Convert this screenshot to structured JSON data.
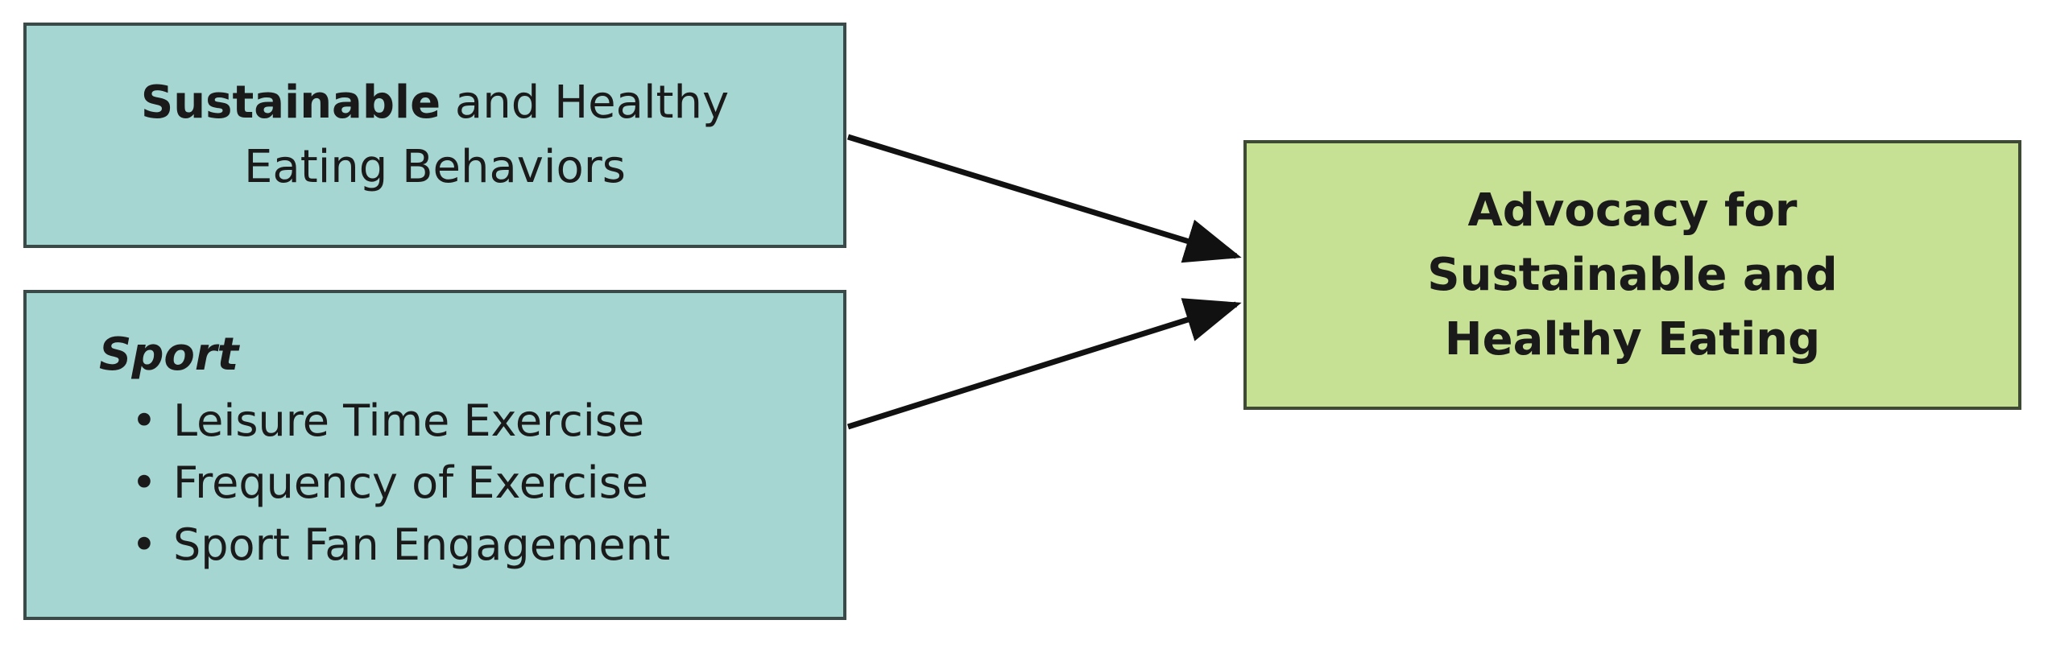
{
  "nodes": {
    "sustainable_eating": {
      "bold_text": "Sustainable",
      "rest_text": " and Healthy Eating Behaviors"
    },
    "sport": {
      "title": "Sport",
      "items": [
        "Leisure Time Exercise",
        "Frequency of Exercise",
        "Sport Fan Engagement"
      ]
    },
    "advocacy": {
      "text": "Advocacy for Sustainable and Healthy Eating"
    }
  },
  "edges": [
    {
      "from": "sustainable_eating",
      "to": "advocacy"
    },
    {
      "from": "sport",
      "to": "advocacy"
    }
  ],
  "colors": {
    "predictor_fill": "#a6d6d2",
    "outcome_fill": "#c6e094",
    "border": "#3a4a48",
    "arrow": "#111111"
  }
}
